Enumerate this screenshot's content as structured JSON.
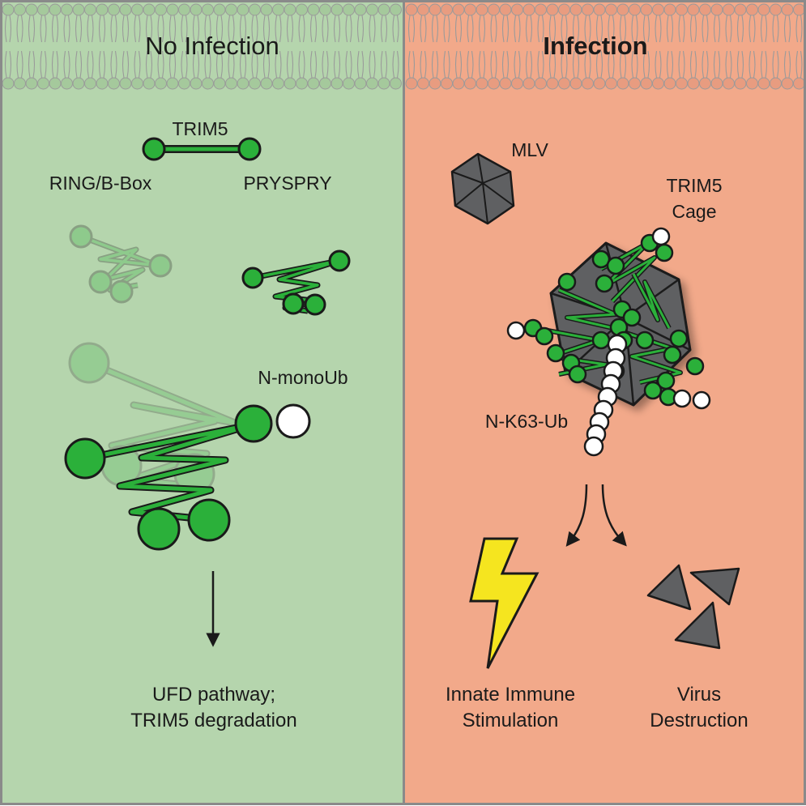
{
  "panels": {
    "left": {
      "title": "No Infection",
      "background": "#b5d5ad",
      "membrane": "#a5c99c"
    },
    "right": {
      "title": "Infection",
      "title_color": "#e11d1d",
      "background": "#f2a98a",
      "membrane": "#e89c80"
    }
  },
  "labels": {
    "trim5": "TRIM5",
    "ring_bbox": "RING/B-Box",
    "pryspry": "PRYSPRY",
    "n_monoub": "N-monoUb",
    "ufd_line1": "UFD pathway;",
    "ufd_line2": "TRIM5 degradation",
    "mlv": "MLV",
    "cage_line1": "TRIM5",
    "cage_line2": "Cage",
    "n_k63_ub": "N-K63-Ub",
    "innate_line1": "Innate Immune",
    "innate_line2": "Stimulation",
    "virus_line1": "Virus",
    "virus_line2": "Destruction"
  },
  "colors": {
    "trim5_green": "#2bb03a",
    "ubiquitin": "#ffffff",
    "virus_gray": "#5f6062",
    "lightning": "#f5e51f",
    "outline": "#1a1a1a"
  },
  "icons": {
    "capsid": "icosahedron-icon",
    "lightning": "lightning-bolt-icon",
    "fragments": "virus-fragment-icon"
  }
}
